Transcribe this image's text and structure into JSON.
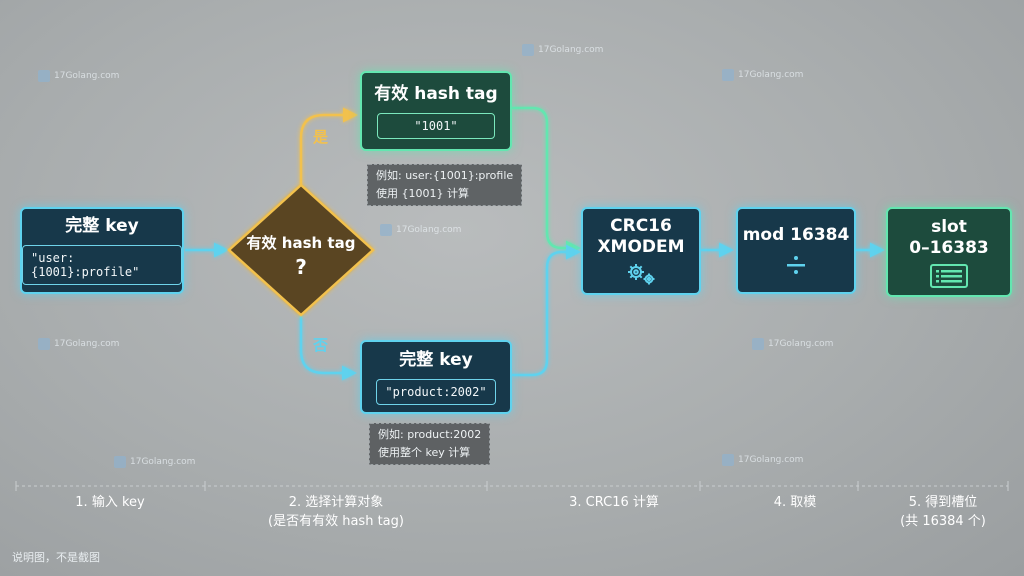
{
  "watermark": "17Golang.com",
  "input_node": {
    "title": "完整 key",
    "value": "\"user:{1001}:profile\""
  },
  "decision": {
    "title": "有效 hash tag",
    "mark": "?"
  },
  "branch_yes": {
    "label": "是",
    "title": "有效 hash tag",
    "value": "\"1001\"",
    "note": [
      "例如: user:{1001}:profile",
      "使用 {1001} 计算"
    ]
  },
  "branch_no": {
    "label": "否",
    "title": "完整 key",
    "value": "\"product:2002\"",
    "note": [
      "例如: product:2002",
      "使用整个 key 计算"
    ]
  },
  "crc_node": {
    "line1": "CRC16",
    "line2": "XMODEM",
    "icon": "gears-icon"
  },
  "mod_node": {
    "title": "mod 16384",
    "icon": "divide-icon"
  },
  "slot_node": {
    "line1": "slot",
    "line2": "0–16383",
    "icon": "list-icon"
  },
  "steps": [
    {
      "line1": "1. 输入 key",
      "line2": ""
    },
    {
      "line1": "2. 选择计算对象",
      "line2": "(是否有有效 hash tag)"
    },
    {
      "line1": "3. CRC16 计算",
      "line2": ""
    },
    {
      "line1": "4. 取模",
      "line2": ""
    },
    {
      "line1": "5. 得到槽位",
      "line2": "(共 16384 个)"
    }
  ],
  "caption": "说明图，不是截图",
  "colors": {
    "blue": "#5fd2ee",
    "green": "#63e6b0",
    "gold": "#f2c14e",
    "decision_fill": "#5a4520"
  }
}
